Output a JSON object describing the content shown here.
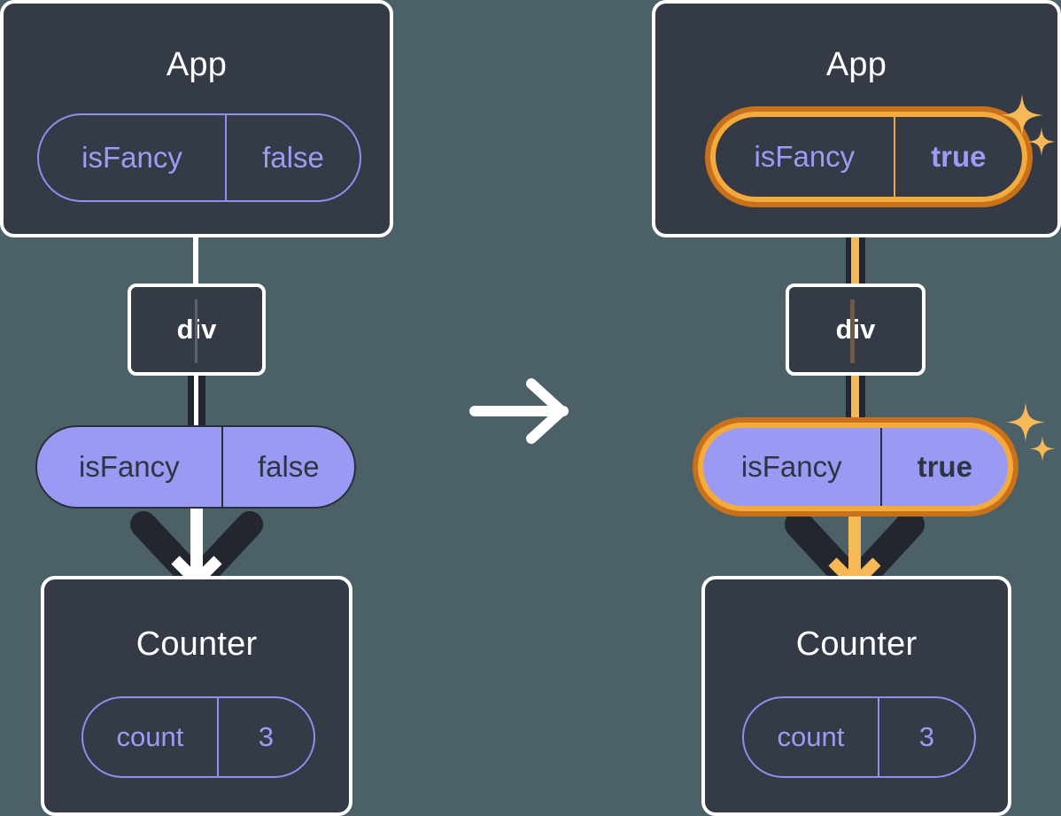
{
  "diagram": {
    "title": "React state propagation: isFancy prop change",
    "background_color": "#4b6067",
    "panel_color": "#343a46",
    "accent_purple": "#9a9af4",
    "accent_orange": "#f5ab3c",
    "accent_orange_dark": "#c9701a",
    "accent_orange_light": "#f7b955",
    "transition_arrow_icon": "arrow-right-icon"
  },
  "left": {
    "app": {
      "title": "App",
      "state_pill": {
        "key": "isFancy",
        "value": "false",
        "highlighted": false,
        "bold_value": false
      }
    },
    "div_node": {
      "label": "div"
    },
    "prop_pill": {
      "key": "isFancy",
      "value": "false",
      "highlighted": false,
      "bold_value": false
    },
    "counter": {
      "title": "Counter",
      "state_pill": {
        "key": "count",
        "value": "3",
        "highlighted": false,
        "bold_value": false
      }
    }
  },
  "right": {
    "app": {
      "title": "App",
      "state_pill": {
        "key": "isFancy",
        "value": "true",
        "highlighted": true,
        "bold_value": true
      }
    },
    "div_node": {
      "label": "div"
    },
    "prop_pill": {
      "key": "isFancy",
      "value": "true",
      "highlighted": true,
      "bold_value": true
    },
    "counter": {
      "title": "Counter",
      "state_pill": {
        "key": "count",
        "value": "3",
        "highlighted": false,
        "bold_value": false
      }
    },
    "sparkle_icons": [
      "sparkle-icon-large",
      "sparkle-icon-small"
    ]
  }
}
